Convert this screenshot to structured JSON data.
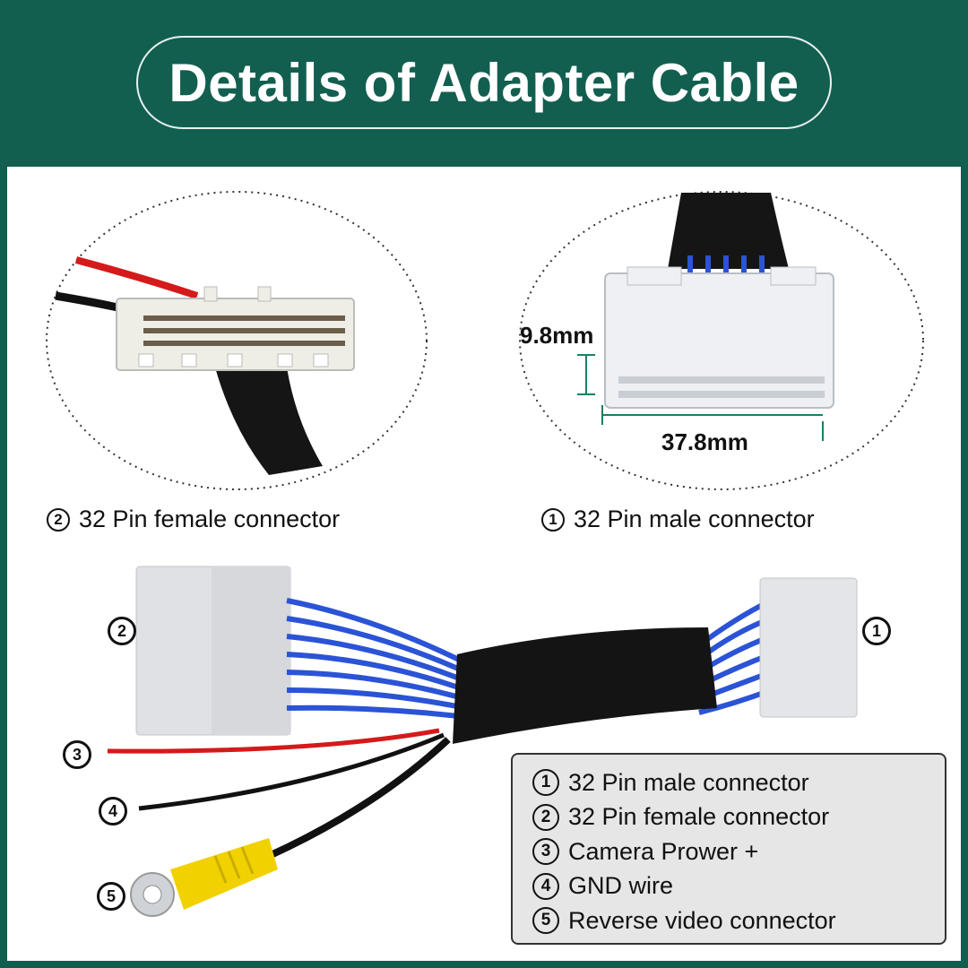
{
  "title": "Details of Adapter Cable",
  "captions": {
    "female": {
      "num": "2",
      "text": "32 Pin female connector"
    },
    "male": {
      "num": "1",
      "text": "32 Pin male connector"
    }
  },
  "dimensions": {
    "height": "9.8mm",
    "width": "37.8mm"
  },
  "markers": [
    "2",
    "1",
    "3",
    "4",
    "5"
  ],
  "legend": [
    {
      "num": "1",
      "text": "32 Pin male connector"
    },
    {
      "num": "2",
      "text": "32 Pin female connector"
    },
    {
      "num": "3",
      "text": "Camera Prower +"
    },
    {
      "num": "4",
      "text": "GND wire"
    },
    {
      "num": "5",
      "text": "Reverse video connector"
    }
  ],
  "colors": {
    "brand": "#115e4f",
    "wire": "#2b53d6",
    "sleeve": "#111111",
    "rca": "#f2d100"
  }
}
